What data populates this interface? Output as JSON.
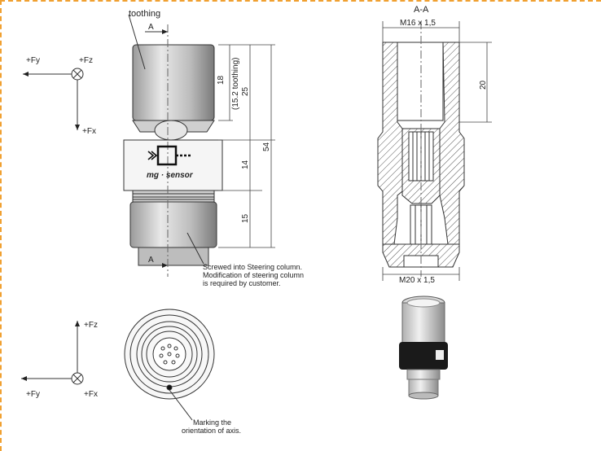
{
  "labels": {
    "toothing": "toothing",
    "section_marker": "A",
    "section_title": "A-A",
    "thread_top": "M16 x 1,5",
    "thread_bottom": "M20 x 1,5",
    "dim_18": "18",
    "dim_toothing": "(15.2 toothing)",
    "dim_25": "25",
    "dim_54": "54",
    "dim_14": "14",
    "dim_15": "15",
    "dim_20": "20",
    "brand": "mg · sensor",
    "note_line1": "Screwed into Steering column.",
    "note_line2": "Modification of steering column",
    "note_line3": "is required by customer.",
    "marking_line1": "Marking the",
    "marking_line2": "orientation of axis.",
    "axis_fx": "+Fx",
    "axis_fy": "+Fy",
    "axis_fz": "+Fz"
  },
  "colors": {
    "frame": "#f0a030",
    "line": "#333333",
    "hatch": "#555555"
  }
}
